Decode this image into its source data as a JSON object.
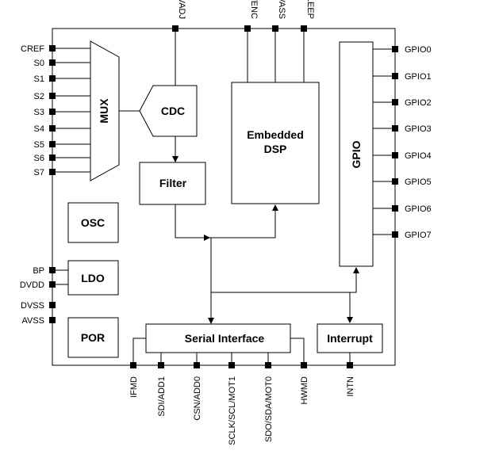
{
  "pins": {
    "left": [
      "CREF",
      "S0",
      "S1",
      "S2",
      "S3",
      "S4",
      "S5",
      "S6",
      "S7"
    ],
    "left_lower": [
      "BP",
      "DVDD",
      "DVSS",
      "AVSS"
    ],
    "right": [
      "GPIO0",
      "GPIO1",
      "GPIO2",
      "GPIO3",
      "GPIO4",
      "GPIO5",
      "GPIO6",
      "GPIO7"
    ],
    "top": [
      "VADJ",
      "VENC",
      "VASS",
      "VSLEEP"
    ],
    "bottom": [
      "IFMD",
      "SDI/ADD1",
      "CSN/ADD0",
      "SCLK/SCL/MOT1",
      "SDO/SDA/MOT0",
      "HWMD",
      "INTN"
    ]
  },
  "blocks": {
    "mux": "MUX",
    "cdc": "CDC",
    "filter": "Filter",
    "dsp_line1": "Embedded",
    "dsp_line2": "DSP",
    "gpio": "GPIO",
    "osc": "OSC",
    "ldo": "LDO",
    "por": "POR",
    "serial": "Serial Interface",
    "interrupt": "Interrupt"
  }
}
